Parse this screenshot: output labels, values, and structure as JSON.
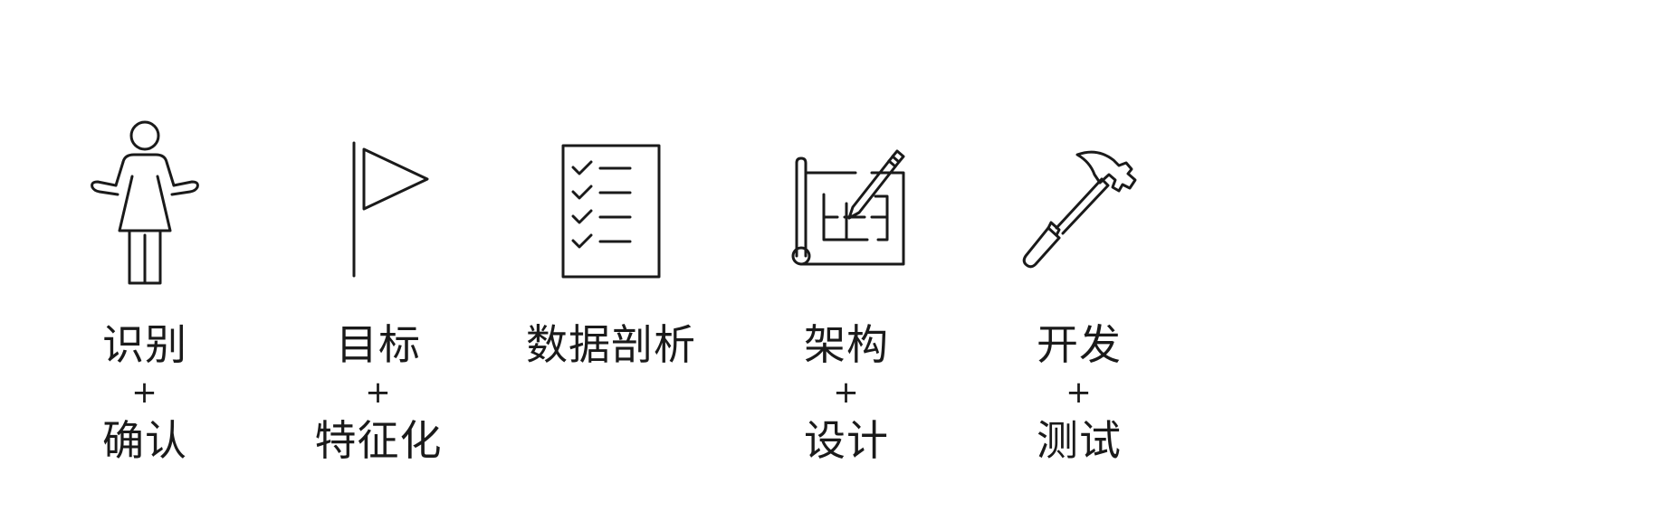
{
  "steps": [
    {
      "icon": "person-shrug-icon",
      "label_line1": "识别",
      "label_plus": "+",
      "label_line2": "确认"
    },
    {
      "icon": "flag-icon",
      "label_line1": "目标",
      "label_plus": "+",
      "label_line2": "特征化"
    },
    {
      "icon": "checklist-icon",
      "label_line1": "数据剖析"
    },
    {
      "icon": "blueprint-pencil-icon",
      "label_line1": "架构",
      "label_plus": "+",
      "label_line2": "设计"
    },
    {
      "icon": "hammer-icon",
      "label_line1": "开发",
      "label_plus": "+",
      "label_line2": "测试"
    }
  ]
}
